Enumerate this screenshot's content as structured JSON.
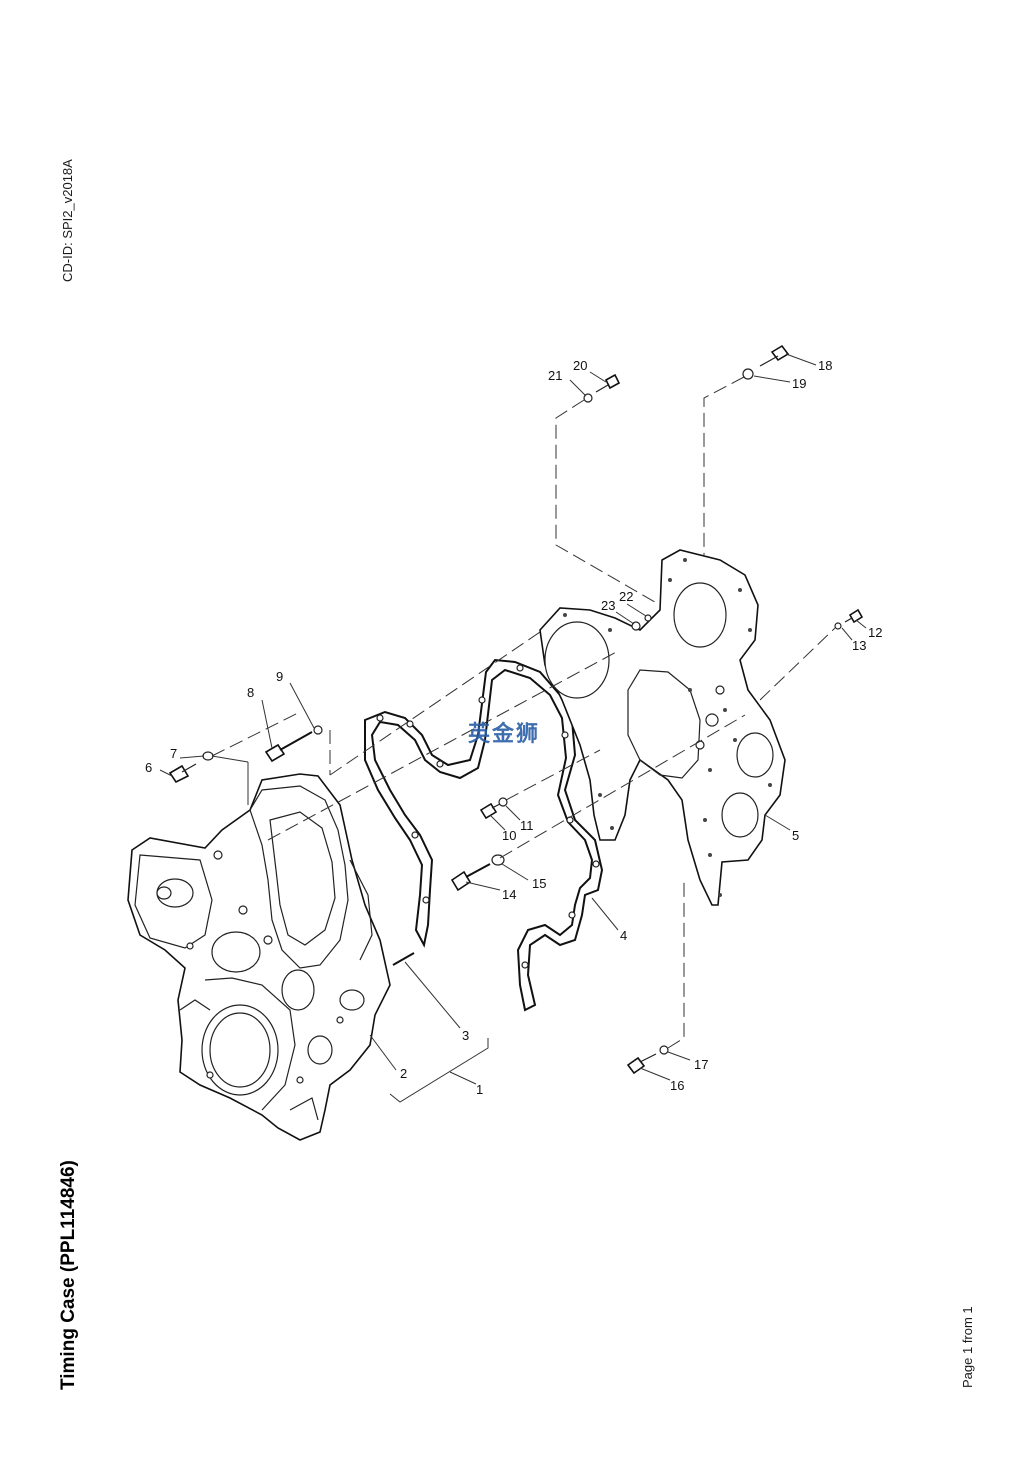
{
  "header": {
    "cd_id": "CD-ID: SPI2_v2018A"
  },
  "title": "Timing Case (PPL114846)",
  "footer": {
    "page": "Page 1 from 1"
  },
  "watermark": "英金狮",
  "callouts": [
    "1",
    "2",
    "3",
    "4",
    "5",
    "6",
    "7",
    "8",
    "9",
    "10",
    "11",
    "12",
    "13",
    "14",
    "15",
    "16",
    "17",
    "18",
    "19",
    "20",
    "21",
    "22",
    "23"
  ]
}
